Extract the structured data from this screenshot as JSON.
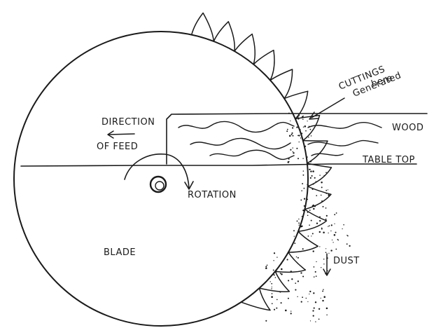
{
  "labels": {
    "direction_of_feed_line1": "DIRECTION",
    "direction_of_feed_line2": "OF FEED",
    "rotation": "ROTATION",
    "blade": "BLADE",
    "wood": "WOOD",
    "table_top": "TABLE TOP",
    "dust": "DUST",
    "cuttings_line1": "CUTTINGS",
    "cuttings_line2": "Generated",
    "cuttings_line3": "here"
  },
  "colors": {
    "ink": "#1a1a1a",
    "background": "#ffffff"
  }
}
